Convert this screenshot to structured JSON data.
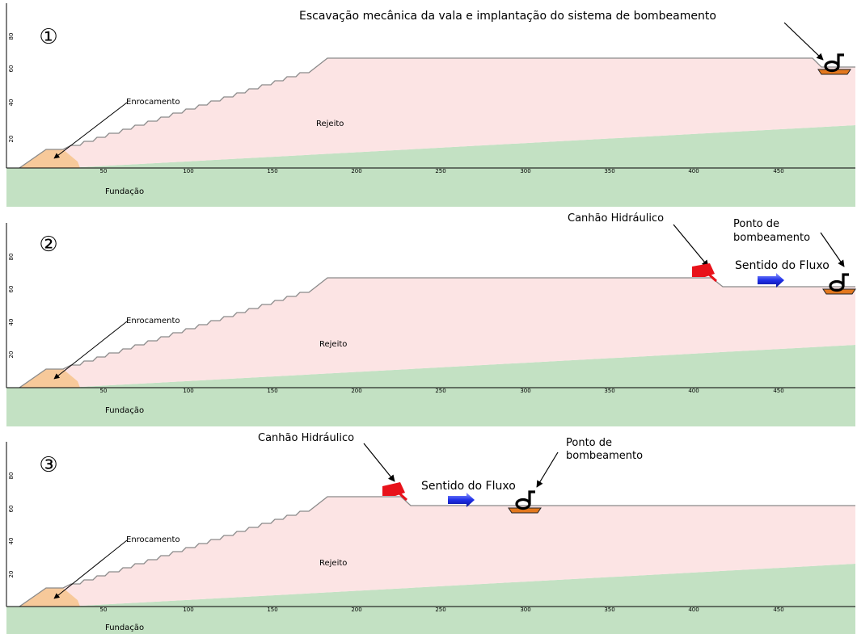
{
  "panels": [
    {
      "step": "①",
      "labels": {
        "enrocamento": "Enrocamento",
        "rejeito": "Rejeito",
        "fundacao": "Fundação"
      },
      "annotations": {
        "title": "Escavação mecânica da vala e implantação do sistema de bombeamento"
      },
      "x_ticks": [
        "50",
        "100",
        "150",
        "200",
        "250",
        "300",
        "350",
        "400",
        "450"
      ],
      "y_ticks": [
        "20",
        "40",
        "60",
        "80"
      ]
    },
    {
      "step": "②",
      "labels": {
        "enrocamento": "Enrocamento",
        "rejeito": "Rejeito",
        "fundacao": "Fundação"
      },
      "annotations": {
        "canhao": "Canhão Hidráulico",
        "ponto_line1": "Ponto de",
        "ponto_line2": "bombeamento",
        "fluxo": "Sentido do Fluxo"
      },
      "x_ticks": [
        "50",
        "100",
        "150",
        "200",
        "250",
        "300",
        "350",
        "400",
        "450"
      ],
      "y_ticks": [
        "20",
        "40",
        "60",
        "80"
      ]
    },
    {
      "step": "③",
      "labels": {
        "enrocamento": "Enrocamento",
        "rejeito": "Rejeito",
        "fundacao": "Fundação"
      },
      "annotations": {
        "canhao": "Canhão Hidráulico",
        "ponto_line1": "Ponto de",
        "ponto_line2": "bombeamento",
        "fluxo": "Sentido do Fluxo"
      },
      "x_ticks": [
        "50",
        "100",
        "150",
        "200",
        "250",
        "300",
        "350",
        "400",
        "450"
      ],
      "y_ticks": [
        "20",
        "40",
        "60",
        "80"
      ]
    }
  ],
  "colors": {
    "rejeito": "#fce4e4",
    "fundacao": "#c3e1c3",
    "enrocamento": "#f7c99a",
    "outline": "#8a8a8a",
    "canhao": "#e8121a",
    "fluxo": "#1f2fe8",
    "bomba_base": "#e3781e"
  }
}
